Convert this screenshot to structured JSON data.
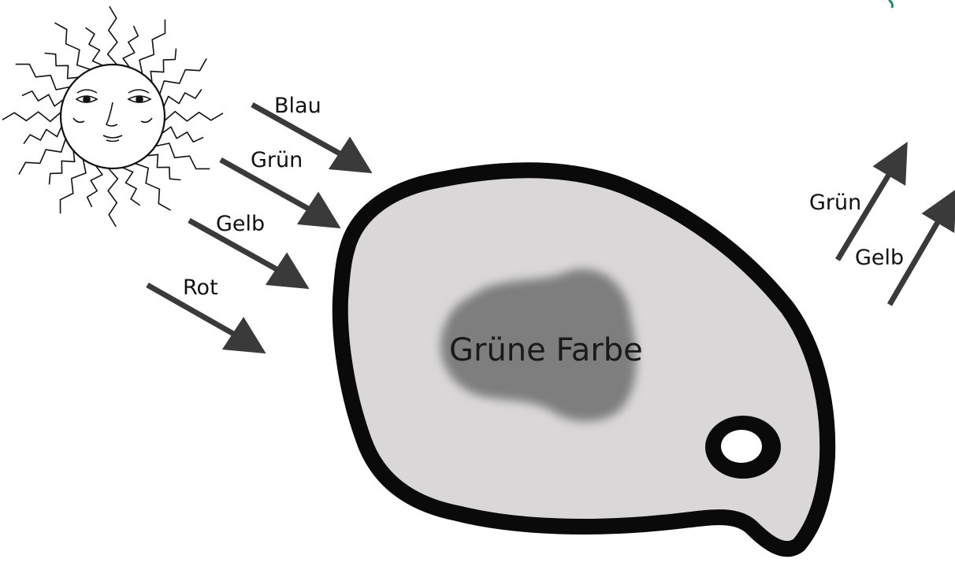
{
  "incoming_light": [
    {
      "label": "Blau"
    },
    {
      "label": "Grün"
    },
    {
      "label": "Gelb"
    },
    {
      "label": "Rot"
    }
  ],
  "reflected_light": [
    {
      "label": "Grün"
    },
    {
      "label": "Gelb"
    }
  ],
  "cell": {
    "chloroplast_label": "Grüne Farbe"
  },
  "colors": {
    "arrow": "#3a3a3a",
    "cell_fill": "#d9d7d8",
    "cell_wall": "#0a0a0a",
    "chloroplast": "#7e7e7e",
    "vacuole": "#ffffff"
  }
}
